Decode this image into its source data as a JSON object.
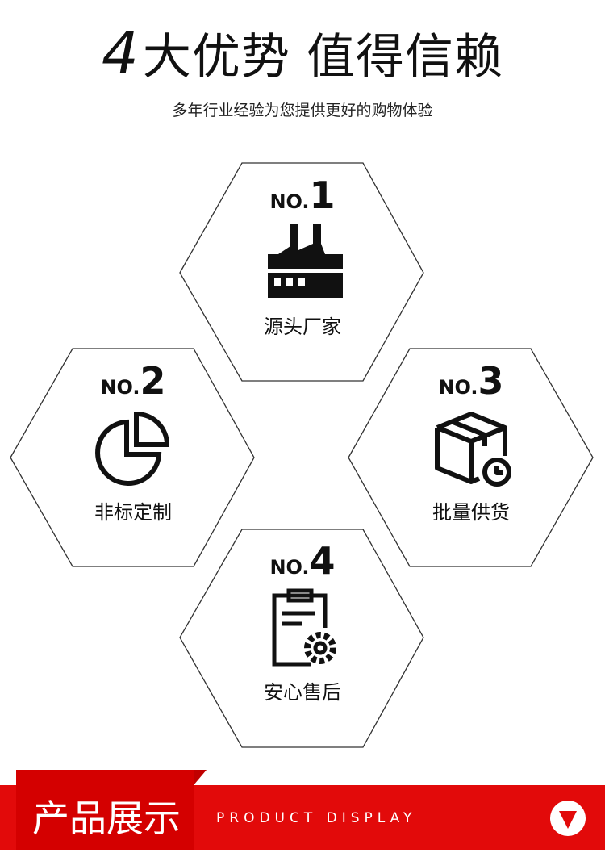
{
  "header": {
    "title_num": "4",
    "title_text": "大优势 值得信赖",
    "subtitle": "多年行业经验为您提供更好的购物体验"
  },
  "advantages": [
    {
      "prefix": "NO.",
      "num": "1",
      "label": "源头厂家",
      "icon": "factory-icon"
    },
    {
      "prefix": "NO.",
      "num": "2",
      "label": "非标定制",
      "icon": "pie-chart-icon"
    },
    {
      "prefix": "NO.",
      "num": "3",
      "label": "批量供货",
      "icon": "box-clock-icon"
    },
    {
      "prefix": "NO.",
      "num": "4",
      "label": "安心售后",
      "icon": "clipboard-gear-icon"
    }
  ],
  "banner": {
    "title": "产品展示",
    "subtitle": "PRODUCT DISPLAY",
    "icon": "down-triangle-icon",
    "color": "#e20a0a"
  }
}
